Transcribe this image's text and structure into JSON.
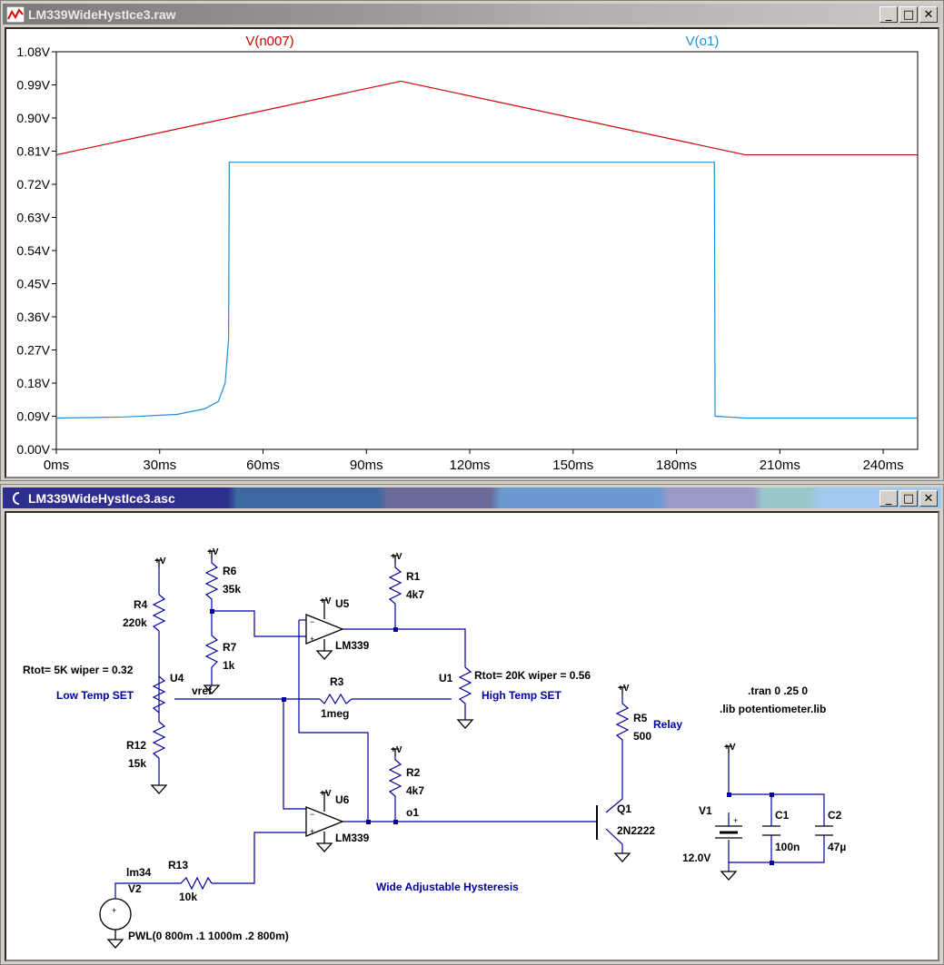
{
  "waveform_window": {
    "title": "LM339WideHystIce3.raw",
    "icon": "waveform-icon",
    "buttons": {
      "minimize": "_",
      "maximize": "□",
      "close": "✕"
    }
  },
  "schematic_window": {
    "title": "LM339WideHystIce3.asc",
    "icon": "schematic-icon",
    "buttons": {
      "minimize": "_",
      "maximize": "□",
      "close": "✕"
    }
  },
  "colors": {
    "trace_n007": "#cc0000",
    "trace_o1": "#1e90d6",
    "schematic_wire": "#0000a0",
    "schematic_label": "#0000a0"
  },
  "chart_data": {
    "type": "line",
    "xlabel": "",
    "ylabel": "",
    "xlim": [
      0,
      250
    ],
    "ylim": [
      0,
      1.08
    ],
    "x_ticks": [
      "0ms",
      "30ms",
      "60ms",
      "90ms",
      "120ms",
      "150ms",
      "180ms",
      "210ms",
      "240ms"
    ],
    "y_ticks": [
      "0.00V",
      "0.09V",
      "0.18V",
      "0.27V",
      "0.36V",
      "0.45V",
      "0.54V",
      "0.63V",
      "0.72V",
      "0.81V",
      "0.90V",
      "0.99V",
      "1.08V"
    ],
    "grid": false,
    "series": [
      {
        "name": "V(n007)",
        "x": [
          0,
          100,
          200,
          250
        ],
        "y": [
          0.8,
          1.0,
          0.8,
          0.8
        ]
      },
      {
        "name": "V(o1)",
        "x": [
          0,
          20,
          35,
          43,
          47,
          49,
          50,
          50.2,
          191,
          191.2,
          200,
          250
        ],
        "y": [
          0.085,
          0.088,
          0.095,
          0.11,
          0.13,
          0.18,
          0.3,
          0.78,
          0.78,
          0.09,
          0.085,
          0.085
        ]
      }
    ]
  },
  "schematic": {
    "labels": {
      "vcc": "+V",
      "R4": "R4",
      "R4v": "220k",
      "R6": "R6",
      "R6v": "35k",
      "R7": "R7",
      "R7v": "1k",
      "R1": "R1",
      "R1v": "4k7",
      "R3": "R3",
      "R3v": "1meg",
      "R12": "R12",
      "R12v": "15k",
      "R2": "R2",
      "R2v": "4k7",
      "R5": "R5",
      "R5v": "500",
      "R13": "R13",
      "R13v": "10k",
      "U4": "U4",
      "U1": "U1",
      "U5": "U5",
      "U6": "U6",
      "lm339a": "LM339",
      "lm339b": "LM339",
      "Q1": "Q1",
      "Q1v": "2N2222",
      "V1": "V1",
      "V1v": "12.0V",
      "C1": "C1",
      "C1v": "100n",
      "C2": "C2",
      "C2v": "47µ",
      "V2": "V2",
      "lm34": "lm34",
      "pwl": "PWL(0 800m .1 1000m .2 800m)",
      "rtot_u4": "Rtot= 5K wiper = 0.32",
      "rtot_u1": "Rtot= 20K wiper = 0.56",
      "low_temp": "Low Temp SET",
      "high_temp": "High Temp SET",
      "relay": "Relay",
      "vref": "vref",
      "o1": "o1",
      "tran": ".tran 0 .25 0",
      "lib": ".lib potentiometer.lib",
      "caption": "Wide Adjustable Hysteresis"
    }
  }
}
